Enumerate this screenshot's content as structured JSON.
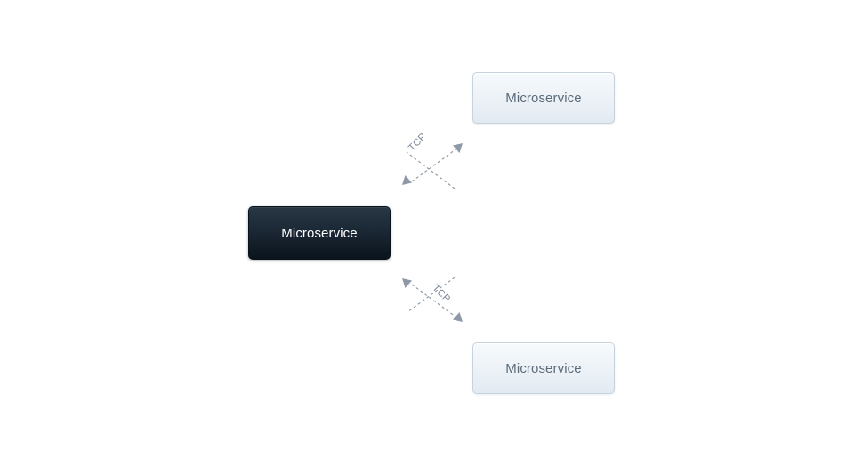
{
  "diagram": {
    "background_color": "#ffffff",
    "nodes": [
      {
        "id": "core",
        "label": "Microservice",
        "style": "dark",
        "fill_top": "#293844",
        "fill_bottom": "#0b141d",
        "text_color": "#ffffff"
      },
      {
        "id": "top",
        "label": "Microservice",
        "style": "light",
        "fill_top": "#f6fafd",
        "fill_bottom": "#e2eaf1",
        "text_color": "#5b6b7a"
      },
      {
        "id": "bottom",
        "label": "Microservice",
        "style": "light",
        "fill_top": "#f6fafd",
        "fill_bottom": "#e2eaf1",
        "text_color": "#5b6b7a"
      }
    ],
    "links": [
      {
        "id": "link-top",
        "label": "TCP",
        "from": "core",
        "to": "top",
        "direction": "bidirectional",
        "line_style": "dashed",
        "color": "#8d99a6"
      },
      {
        "id": "link-bottom",
        "label": "TCP",
        "from": "core",
        "to": "bottom",
        "direction": "bidirectional",
        "line_style": "dashed",
        "color": "#8d99a6"
      }
    ]
  }
}
